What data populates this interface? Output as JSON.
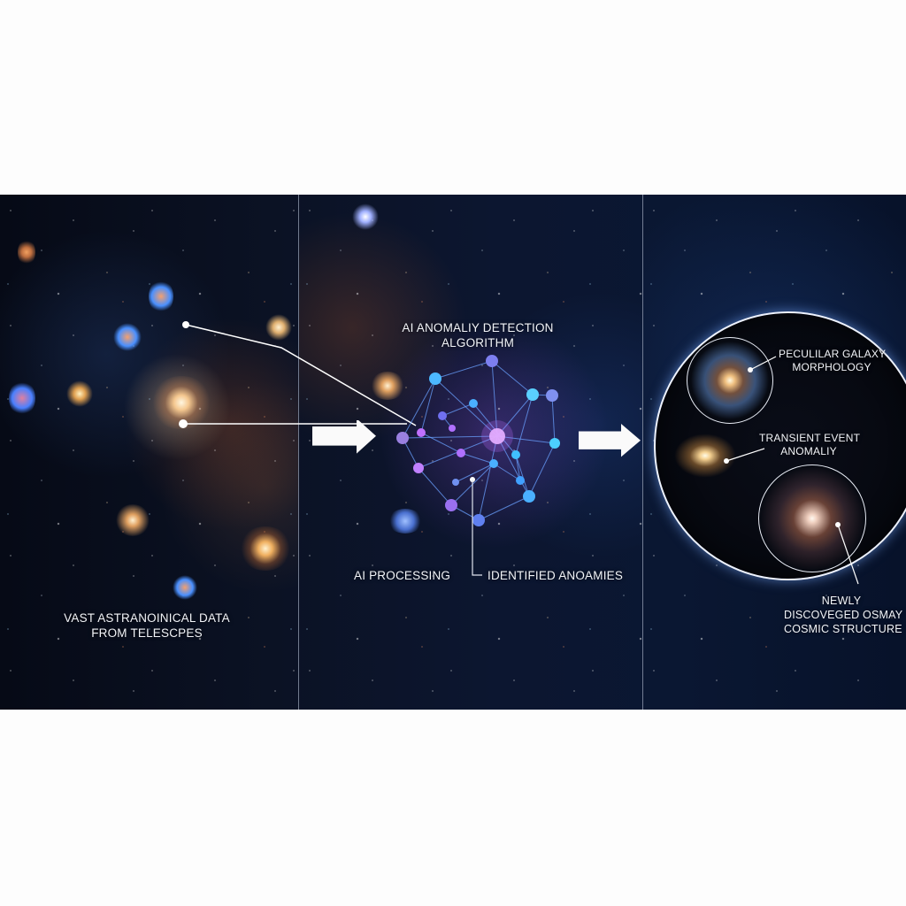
{
  "diagram": {
    "type": "flow",
    "stages": [
      {
        "id": "data",
        "label_line1": "VAST ASTRANOINICAL DATA",
        "label_line2": "FROM TELESCPES"
      },
      {
        "id": "ai",
        "title_line1": "AI ANOMALIY DETECTION",
        "title_line2": "ALGORITHM",
        "sub_left": "AI PROCESSING",
        "sub_right": "IDENTIFIED ANOAMIES"
      },
      {
        "id": "results",
        "items": [
          {
            "id": "galaxy",
            "line1": "PECULILAR GALAXY",
            "line2": "MORPHOLOGY"
          },
          {
            "id": "transient",
            "line1": "TRANSIENT EVENT",
            "line2": "ANOMALIY"
          },
          {
            "id": "structure",
            "line1": "NEWLY",
            "line2": "DISCOVEGED OSMAY",
            "line3": "COSMIC STRUCTURE"
          }
        ]
      }
    ],
    "arrows": [
      {
        "from": "data",
        "to": "ai",
        "icon": "right-arrow-icon"
      },
      {
        "from": "ai",
        "to": "results",
        "icon": "right-arrow-icon"
      }
    ],
    "colors": {
      "background": "#fdfdfd",
      "space": "#0b1224",
      "text": "#f2f4f8",
      "node_purple": "#a070ff",
      "node_cyan": "#40b0ff",
      "edge": "#6aa0ff"
    }
  }
}
